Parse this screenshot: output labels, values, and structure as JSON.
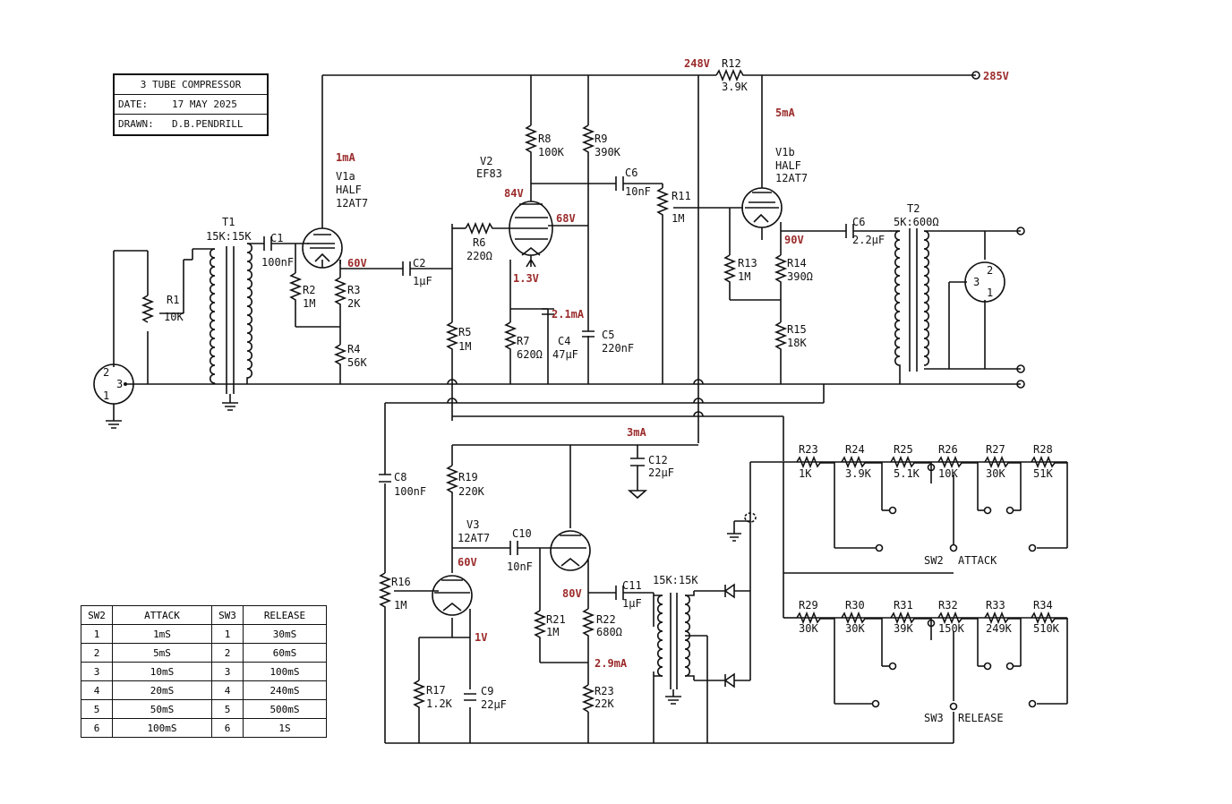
{
  "title_block": {
    "title": "3 TUBE COMPRESSOR",
    "date_label": "DATE:",
    "date": "17 MAY 2025",
    "drawn_label": "DRAWN:",
    "drawn_by": "D.B.PENDRILL"
  },
  "labels": {
    "T1": "T1",
    "T1_ratio": "15K:15K",
    "C1": "C1",
    "C1_val": "100nF",
    "R1": "R1",
    "R1_val": "10K",
    "R2": "R2",
    "R2_val": "1M",
    "R3": "R3",
    "R3_val": "2K",
    "R4": "R4",
    "R4_val": "56K",
    "V1a": "V1a",
    "V1a_half": "HALF",
    "V1a_type": "12AT7",
    "V1a_current": "1mA",
    "V1a_volt": "60V",
    "C2": "C2",
    "C2_val": "1µF",
    "R5": "R5",
    "R5_val": "1M",
    "V2": "V2",
    "V2_type": "EF83",
    "V2_volt": "84V",
    "V2_g2": "68V",
    "V2_cath": "1.3V",
    "V2_current": "2.1mA",
    "R6": "R6",
    "R6_val": "220Ω",
    "R7": "R7",
    "R7_val": "620Ω",
    "C4": "C4",
    "C4_val": "47µF",
    "R8": "R8",
    "R8_val": "100K",
    "R9": "R9",
    "R9_val": "390K",
    "C5": "C5",
    "C5_val": "220nF",
    "C6a": "C6",
    "C6a_val": "10nF",
    "R11": "R11",
    "R11_val": "1M",
    "B_voltage": "248V",
    "R12": "R12",
    "R12_val": "3.9K",
    "supply": "285V",
    "V1b": "V1b",
    "V1b_half": "HALF",
    "V1b_type": "12AT7",
    "V1b_current": "5mA",
    "V1b_volt": "90V",
    "R13": "R13",
    "R13_val": "1M",
    "R14": "R14",
    "R14_val": "390Ω",
    "R15": "R15",
    "R15_val": "18K",
    "C6b": "C6",
    "C6b_val": "2.2µF",
    "T2": "T2",
    "T2_ratio": "5K:600Ω",
    "xlr_out_2": "2",
    "xlr_out_3": "3",
    "xlr_out_1": "1",
    "xlr_in_2": "2",
    "xlr_in_3": "3",
    "xlr_in_1": "1",
    "C8": "C8",
    "C8_val": "100nF",
    "R16": "R16",
    "R16_val": "1M",
    "R19": "R19",
    "R19_val": "220K",
    "V3": "V3",
    "V3_type": "12AT7",
    "V3_volt": "60V",
    "V3_cath": "1V",
    "C10": "C10",
    "C10_val": "10nF",
    "current_3": "3mA",
    "C12": "C12",
    "C12_val": "22µF",
    "V3b_volt": "80V",
    "C11": "C11",
    "C11_val": "1µF",
    "T3_ratio": "15K:15K",
    "R21": "R21",
    "R21_val": "1M",
    "R22": "R22",
    "R22_val": "680Ω",
    "current_29": "2.9mA",
    "R23b": "R23",
    "R23b_val": "22K",
    "R17": "R17",
    "R17_val": "1.2K",
    "C9": "C9",
    "C9_val": "22µF",
    "sw2_label": "SW2",
    "attack_label": "ATTACK",
    "sw3_label": "SW3",
    "release_label": "RELEASE"
  },
  "attack_resistors": [
    {
      "ref": "R23",
      "val": "1K"
    },
    {
      "ref": "R24",
      "val": "3.9K"
    },
    {
      "ref": "R25",
      "val": "5.1K"
    },
    {
      "ref": "R26",
      "val": "10K"
    },
    {
      "ref": "R27",
      "val": "30K"
    },
    {
      "ref": "R28",
      "val": "51K"
    }
  ],
  "release_resistors": [
    {
      "ref": "R29",
      "val": "30K"
    },
    {
      "ref": "R30",
      "val": "30K"
    },
    {
      "ref": "R31",
      "val": "39K"
    },
    {
      "ref": "R32",
      "val": "150K"
    },
    {
      "ref": "R33",
      "val": "249K"
    },
    {
      "ref": "R34",
      "val": "510K"
    }
  ],
  "table": {
    "headers": [
      "SW2",
      "ATTACK",
      "SW3",
      "RELEASE"
    ],
    "rows": [
      [
        "1",
        "1mS",
        "1",
        "30mS"
      ],
      [
        "2",
        "5mS",
        "2",
        "60mS"
      ],
      [
        "3",
        "10mS",
        "3",
        "100mS"
      ],
      [
        "4",
        "20mS",
        "4",
        "240mS"
      ],
      [
        "5",
        "50mS",
        "5",
        "500mS"
      ],
      [
        "6",
        "100mS",
        "6",
        "1S"
      ]
    ]
  },
  "colors": {
    "annotation": "#9b2a2a",
    "ink": "#111111"
  }
}
